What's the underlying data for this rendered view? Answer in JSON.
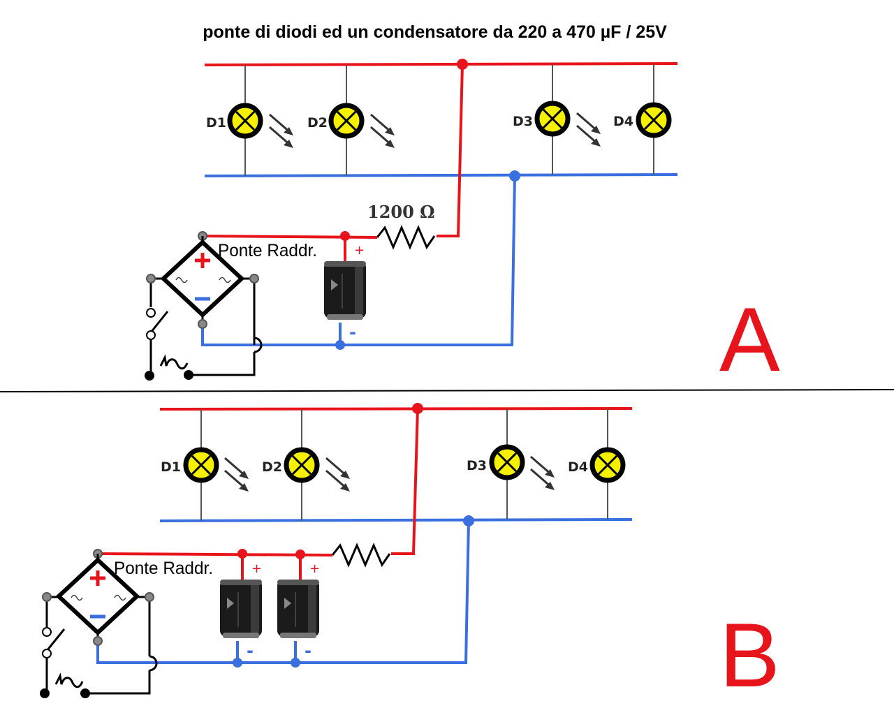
{
  "title": "ponte di diodi ed un condensatore da 220 a 470 µF / 25V",
  "colors": {
    "positive": "#e8141c",
    "negative": "#3a6fe0",
    "lamp": "#f5f000",
    "frame": "#000000"
  },
  "circuit_a": {
    "label": "A",
    "lamps": [
      "D1",
      "D2",
      "D3",
      "D4"
    ],
    "bridge_label": "Ponte Raddr.",
    "resistor_label": "1200 Ω",
    "cap_plus": "+",
    "cap_minus": "-"
  },
  "circuit_b": {
    "label": "B",
    "lamps": [
      "D1",
      "D2",
      "D3",
      "D4"
    ],
    "bridge_label": "Ponte Raddr.",
    "cap_plus": "+",
    "cap_minus": "-"
  }
}
